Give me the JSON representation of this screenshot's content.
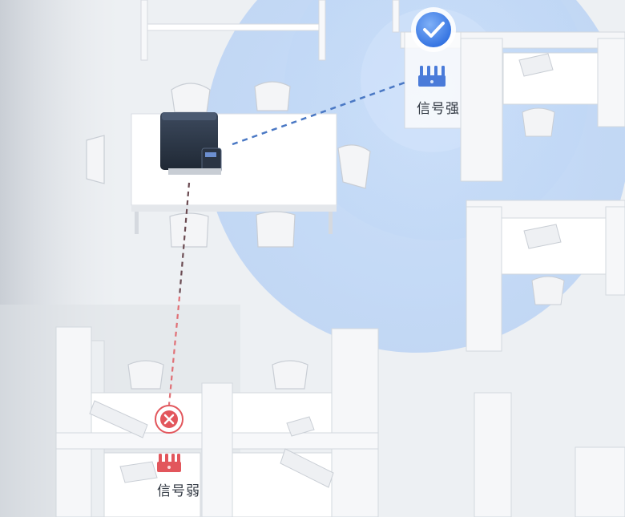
{
  "scene": {
    "routers": [
      {
        "id": "strong",
        "status": "ok",
        "label": "信号强",
        "color": "#4a7bd9"
      },
      {
        "id": "weak",
        "status": "fail",
        "label": "信号弱",
        "color": "#e2565c"
      }
    ],
    "colors": {
      "coverage": "#bcd6f7",
      "floor": "#eef0f3",
      "furniture": "#ffffff",
      "printer": "#2f3a4b",
      "link_strong": "#4a78c4",
      "link_weak": "#e07076"
    },
    "icons": [
      "check-circle-icon",
      "x-circle-icon",
      "router-icon",
      "printer-icon"
    ]
  }
}
